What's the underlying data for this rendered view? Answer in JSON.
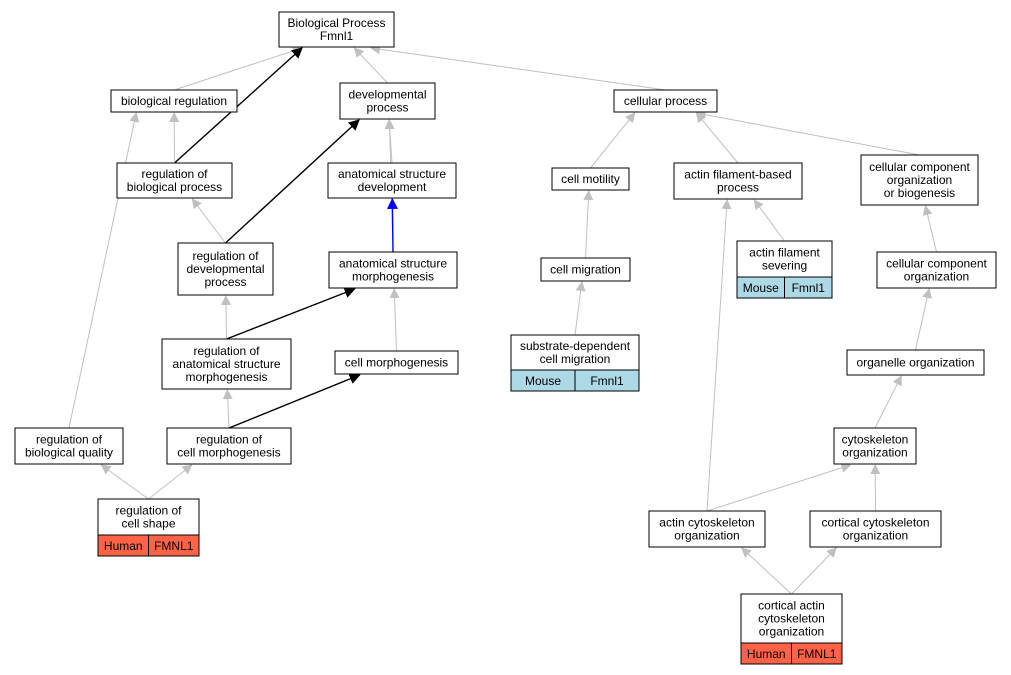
{
  "colors": {
    "mouse": "#add8e6",
    "human": "#ff6347",
    "edge_default": "#c0c0c0",
    "edge_regulates": "#000000",
    "edge_part_of": "#0000ff"
  },
  "nodes": [
    {
      "id": "bp",
      "lines": [
        "Biological Process",
        "Fmnl1"
      ]
    },
    {
      "id": "bioreg",
      "lines": [
        "biological regulation"
      ]
    },
    {
      "id": "devproc",
      "lines": [
        "developmental",
        "process"
      ]
    },
    {
      "id": "cellproc",
      "lines": [
        "cellular process"
      ]
    },
    {
      "id": "regbp",
      "lines": [
        "regulation of",
        "biological process"
      ]
    },
    {
      "id": "asd",
      "lines": [
        "anatomical structure",
        "development"
      ]
    },
    {
      "id": "cellmot",
      "lines": [
        "cell motility"
      ]
    },
    {
      "id": "afbp",
      "lines": [
        "actin filament-based",
        "process"
      ]
    },
    {
      "id": "ccob",
      "lines": [
        "cellular component",
        "organization",
        "or biogenesis"
      ]
    },
    {
      "id": "regdp",
      "lines": [
        "regulation of",
        "developmental",
        "process"
      ]
    },
    {
      "id": "asm",
      "lines": [
        "anatomical structure",
        "morphogenesis"
      ]
    },
    {
      "id": "cellmig",
      "lines": [
        "cell migration"
      ]
    },
    {
      "id": "afs",
      "lines": [
        "actin filament",
        "severing"
      ],
      "tag": {
        "color": "mouse",
        "species": "Mouse",
        "gene": "Fmnl1"
      }
    },
    {
      "id": "cco",
      "lines": [
        "cellular component",
        "organization"
      ]
    },
    {
      "id": "regasm",
      "lines": [
        "regulation of",
        "anatomical structure",
        "morphogenesis"
      ]
    },
    {
      "id": "cellmorph",
      "lines": [
        "cell morphogenesis"
      ]
    },
    {
      "id": "sdcm",
      "lines": [
        "substrate-dependent",
        "cell migration"
      ],
      "tag": {
        "color": "mouse",
        "species": "Mouse",
        "gene": "Fmnl1"
      }
    },
    {
      "id": "orgorg",
      "lines": [
        "organelle organization"
      ]
    },
    {
      "id": "regbq",
      "lines": [
        "regulation of",
        "biological quality"
      ]
    },
    {
      "id": "regcm",
      "lines": [
        "regulation of",
        "cell morphogenesis"
      ]
    },
    {
      "id": "cyto",
      "lines": [
        "cytoskeleton",
        "organization"
      ]
    },
    {
      "id": "regcs",
      "lines": [
        "regulation of",
        "cell shape"
      ],
      "tag": {
        "color": "human",
        "species": "Human",
        "gene": "FMNL1"
      }
    },
    {
      "id": "actcyto",
      "lines": [
        "actin cytoskeleton",
        "organization"
      ]
    },
    {
      "id": "corcyto",
      "lines": [
        "cortical cytoskeleton",
        "organization"
      ]
    },
    {
      "id": "coract",
      "lines": [
        "cortical actin",
        "cytoskeleton",
        "organization"
      ],
      "tag": {
        "color": "human",
        "species": "Human",
        "gene": "FMNL1"
      }
    }
  ],
  "edges": [
    {
      "from": "bioreg",
      "to": "bp",
      "kind": "is_a"
    },
    {
      "from": "devproc",
      "to": "bp",
      "kind": "is_a"
    },
    {
      "from": "cellproc",
      "to": "bp",
      "kind": "is_a"
    },
    {
      "from": "regbp",
      "to": "bp",
      "kind": "regulates"
    },
    {
      "from": "regbp",
      "to": "bioreg",
      "kind": "is_a"
    },
    {
      "from": "asd",
      "to": "devproc",
      "kind": "is_a"
    },
    {
      "from": "asm",
      "to": "devproc",
      "kind": "is_a"
    },
    {
      "from": "regdp",
      "to": "devproc",
      "kind": "regulates"
    },
    {
      "from": "regdp",
      "to": "regbp",
      "kind": "is_a"
    },
    {
      "from": "asm",
      "to": "asd",
      "kind": "part_of"
    },
    {
      "from": "cellmorph",
      "to": "asm",
      "kind": "is_a"
    },
    {
      "from": "regasm",
      "to": "asm",
      "kind": "regulates"
    },
    {
      "from": "regasm",
      "to": "regdp",
      "kind": "is_a"
    },
    {
      "from": "regcm",
      "to": "regasm",
      "kind": "is_a"
    },
    {
      "from": "regcm",
      "to": "cellmorph",
      "kind": "regulates"
    },
    {
      "from": "regbq",
      "to": "bioreg",
      "kind": "is_a"
    },
    {
      "from": "regcs",
      "to": "regbq",
      "kind": "is_a"
    },
    {
      "from": "regcs",
      "to": "regcm",
      "kind": "is_a"
    },
    {
      "from": "cellmot",
      "to": "cellproc",
      "kind": "is_a"
    },
    {
      "from": "afbp",
      "to": "cellproc",
      "kind": "is_a"
    },
    {
      "from": "ccob",
      "to": "cellproc",
      "kind": "is_a"
    },
    {
      "from": "cellmig",
      "to": "cellmot",
      "kind": "is_a"
    },
    {
      "from": "sdcm",
      "to": "cellmig",
      "kind": "is_a"
    },
    {
      "from": "afs",
      "to": "afbp",
      "kind": "is_a"
    },
    {
      "from": "actcyto",
      "to": "afbp",
      "kind": "is_a"
    },
    {
      "from": "cco",
      "to": "ccob",
      "kind": "is_a"
    },
    {
      "from": "orgorg",
      "to": "cco",
      "kind": "is_a"
    },
    {
      "from": "cyto",
      "to": "orgorg",
      "kind": "is_a"
    },
    {
      "from": "actcyto",
      "to": "cyto",
      "kind": "is_a"
    },
    {
      "from": "corcyto",
      "to": "cyto",
      "kind": "is_a"
    },
    {
      "from": "coract",
      "to": "actcyto",
      "kind": "is_a"
    },
    {
      "from": "coract",
      "to": "corcyto",
      "kind": "is_a"
    }
  ]
}
